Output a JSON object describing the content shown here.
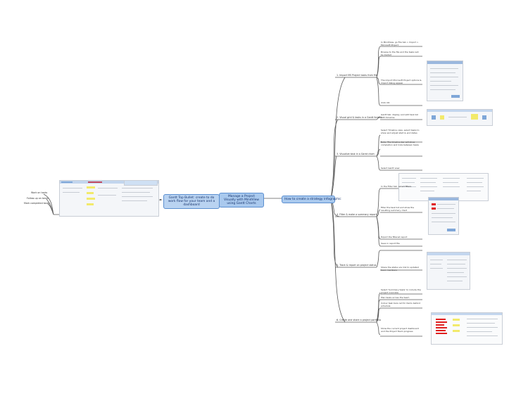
{
  "central": {
    "main": "Manage a Project Visually with MindView using Gantt Charts",
    "left": "Gantt Top Bullet: create to do work flow for your team and a dashboard",
    "right": "How to create a strategy infographic"
  },
  "left_items": [
    "Work on tasks",
    "Follow-up on tasks",
    "Mark completed tasks"
  ],
  "branches": [
    {
      "label": "1. Import MS Project tasks from file",
      "leaves": [
        "In MindView, go File tab > Import > Microsoft Project",
        "Browse to the file and the tasks will be loaded",
        "The import Microsoft Project options & import dialog appear",
        "Click OK"
      ]
    },
    {
      "label": "2. Visual grid & tasks in a Gantt format",
      "leaves": [
        "Gantt tab: display and edit task list with timeline"
      ]
    },
    {
      "label": "3. Visualize task in a Gantt chart",
      "leaves": [
        "Select Timeline view, select tasks to show and adjust start & end dates",
        "Note: The timeline bar will show completion and links between tasks",
        "Select Gantt view"
      ]
    },
    {
      "label": "4. Filter & make a summary report",
      "leaves": [
        "In the Filter tab, select filters",
        "Filter the task list and show the resulting summary chart",
        "Export the filtered report",
        "Save in report file"
      ]
    },
    {
      "label": "5. Track & report on project status",
      "leaves": [
        "Share the status via link to updated team members"
      ]
    },
    {
      "label": "6. Create and share a project portfolio",
      "leaves": [
        "Select 'Summary tasks' to include the project overview",
        "Plan tasks across the team",
        "Colour task bars red for items behind schedule",
        "Show the current project dashboard and the Project Team progress"
      ]
    }
  ],
  "colors": {
    "line": "#5a5a5a",
    "central_fill": "#a9c9ee",
    "central_border": "#5b8fd0"
  }
}
